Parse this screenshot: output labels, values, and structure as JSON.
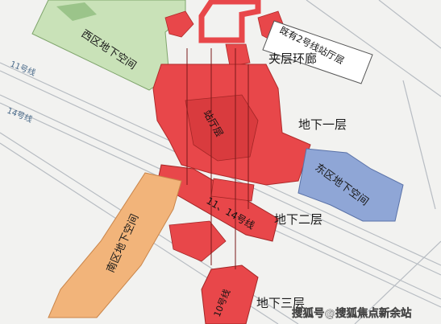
{
  "labels": {
    "west_zone": "西区地下空间",
    "east_zone": "东区地下空间",
    "south_zone": "南区地下空间",
    "mezzanine": "夹层环廊",
    "level_b1": "地下一层",
    "level_b2": "地下二层",
    "level_b3": "地下三层",
    "existing_hall": "既有2号线站厅层",
    "station_hall": "站厅层",
    "line_11": "11号线",
    "line_14": "14号线",
    "line_11_14_platform": "11、14号线",
    "line_10": "10号线"
  },
  "watermark": {
    "text": "搜狐号@搜狐焦点新余站"
  },
  "colors": {
    "red": "#e8474a",
    "red_dark": "#c8322f",
    "green": "#c9e2b8",
    "blue": "#8fa6d6",
    "orange": "#f2b47a",
    "background": "#f2f2f0",
    "rail": "#b0b6bc"
  }
}
